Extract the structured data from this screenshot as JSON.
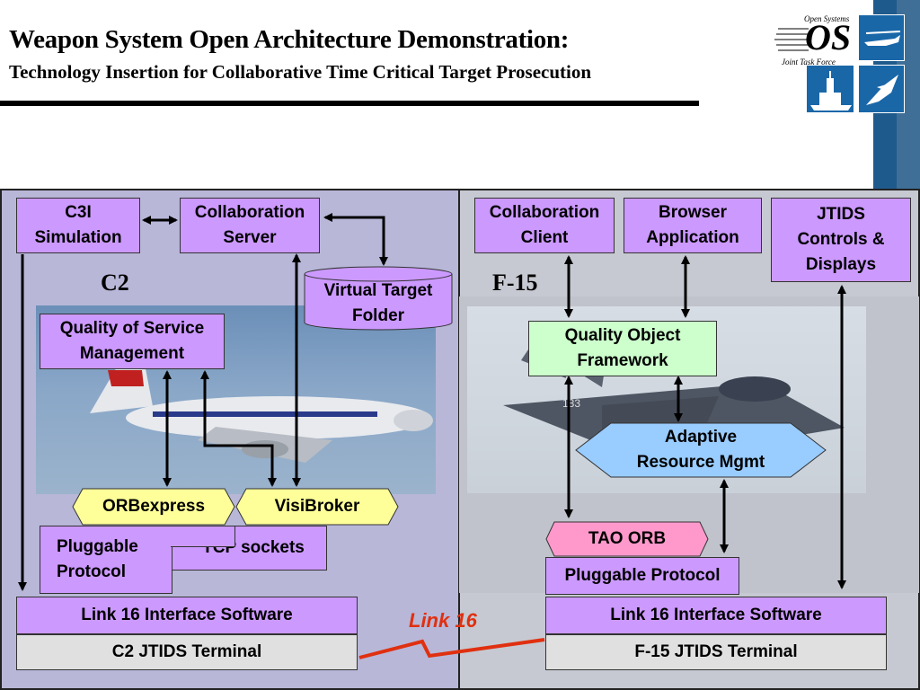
{
  "header": {
    "title": "Weapon System Open Architecture Demonstration:",
    "subtitle": "Technology Insertion for Collaborative Time Critical Target Prosecution"
  },
  "logo": {
    "top_text": "Open Systems",
    "main_text": "OS",
    "bottom_text": "Joint Task Force",
    "thumbnails": [
      "helicopter-icon",
      "jet-icon",
      "ship-icon",
      "fighter-jet-icon"
    ]
  },
  "c2": {
    "label": "C2",
    "c3i": "C3I\nSimulation",
    "collab_server": "Collaboration\nServer",
    "virtual_target": "Virtual Target\nFolder",
    "qos": "Quality of Service\nManagement",
    "orbexpress": "ORBexpress",
    "visibroker": "VisiBroker",
    "pluggable": "Pluggable\nProtocol",
    "tcp": "TCP sockets",
    "link16_sw": "Link 16 Interface Software",
    "terminal": "C2 JTIDS Terminal"
  },
  "f15": {
    "label": "F-15",
    "collab_client": "Collaboration\nClient",
    "browser": "Browser\nApplication",
    "jtids": "JTIDS\nControls &\nDisplays",
    "qof": "Quality Object\nFramework",
    "arm": "Adaptive\nResource Mgmt",
    "tao": "TAO ORB",
    "pluggable": "Pluggable Protocol",
    "link16_sw": "Link 16 Interface Software",
    "terminal": "F-15 JTIDS Terminal",
    "tail_number": "183"
  },
  "link16_label": "Link 16",
  "colors": {
    "box_purple": "#cc99ff",
    "box_green": "#ccffcc",
    "box_yellow": "#ffff99",
    "box_blue": "#99ccff",
    "box_pink": "#ff99cc",
    "link_red": "#e03010",
    "sidebar_blue": "#1f5a8c"
  }
}
